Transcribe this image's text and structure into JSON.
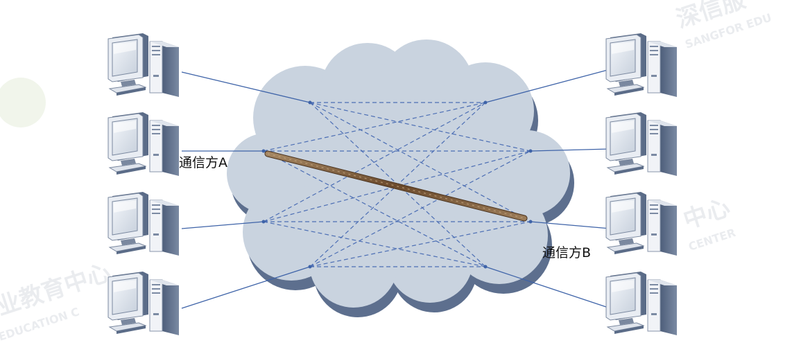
{
  "parties": {
    "a": "通信方A",
    "b": "通信方B"
  },
  "watermark": {
    "lines": [
      "深信服",
      "SANGFOR EDU",
      "业教育中心",
      "EDUCATION C",
      "中心",
      "CENTER"
    ]
  },
  "nodes": {
    "left": [
      "computer-left-1",
      "computer-left-2",
      "computer-left-3",
      "computer-left-4"
    ],
    "right": [
      "computer-right-1",
      "computer-right-2",
      "computer-right-3",
      "computer-right-4"
    ]
  },
  "colors": {
    "cloud_fill": "#c9d3df",
    "cloud_shadow": "#5d6f8e",
    "link_line": "#3e63a8",
    "mesh_dash": "#3f64b0",
    "secure_channel": "#7a5a3a"
  }
}
